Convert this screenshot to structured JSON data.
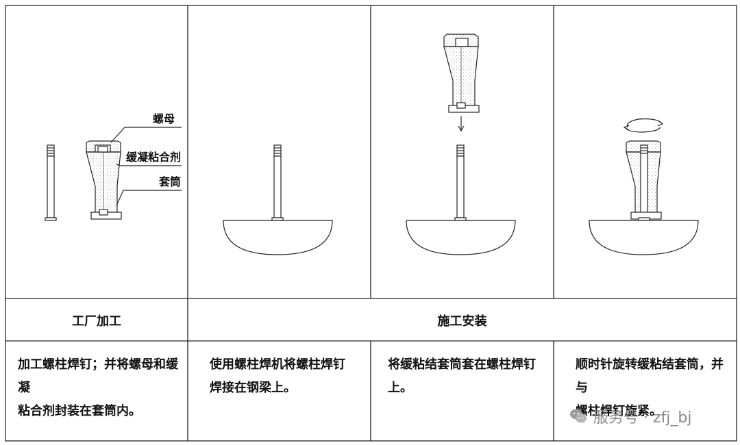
{
  "callouts": {
    "nut": "螺母",
    "adhesive": "缓凝粘合剂",
    "sleeve": "套筒"
  },
  "headers": {
    "factory": "工厂加工",
    "construction": "施工安装"
  },
  "steps": [
    {
      "line1": "加工螺柱焊钉；并将螺母和缓凝",
      "line2": "粘合剂封装在套筒内。"
    },
    {
      "line1": "使用螺柱焊机将螺柱焊钉",
      "line2": "焊接在钢梁上。"
    },
    {
      "line1": "将缓粘结套筒套在螺柱焊钉上。",
      "line2": ""
    },
    {
      "line1": "顺时针旋转缓粘结套筒，并与",
      "line2": "螺柱焊钉旋紧。"
    }
  ],
  "watermark": {
    "text": "服务号 · zfj_bj",
    "icon": "wechat-icon"
  },
  "colors": {
    "line": "#222222",
    "fill_dots": "#888888",
    "watermark": "#8a8a8a"
  }
}
